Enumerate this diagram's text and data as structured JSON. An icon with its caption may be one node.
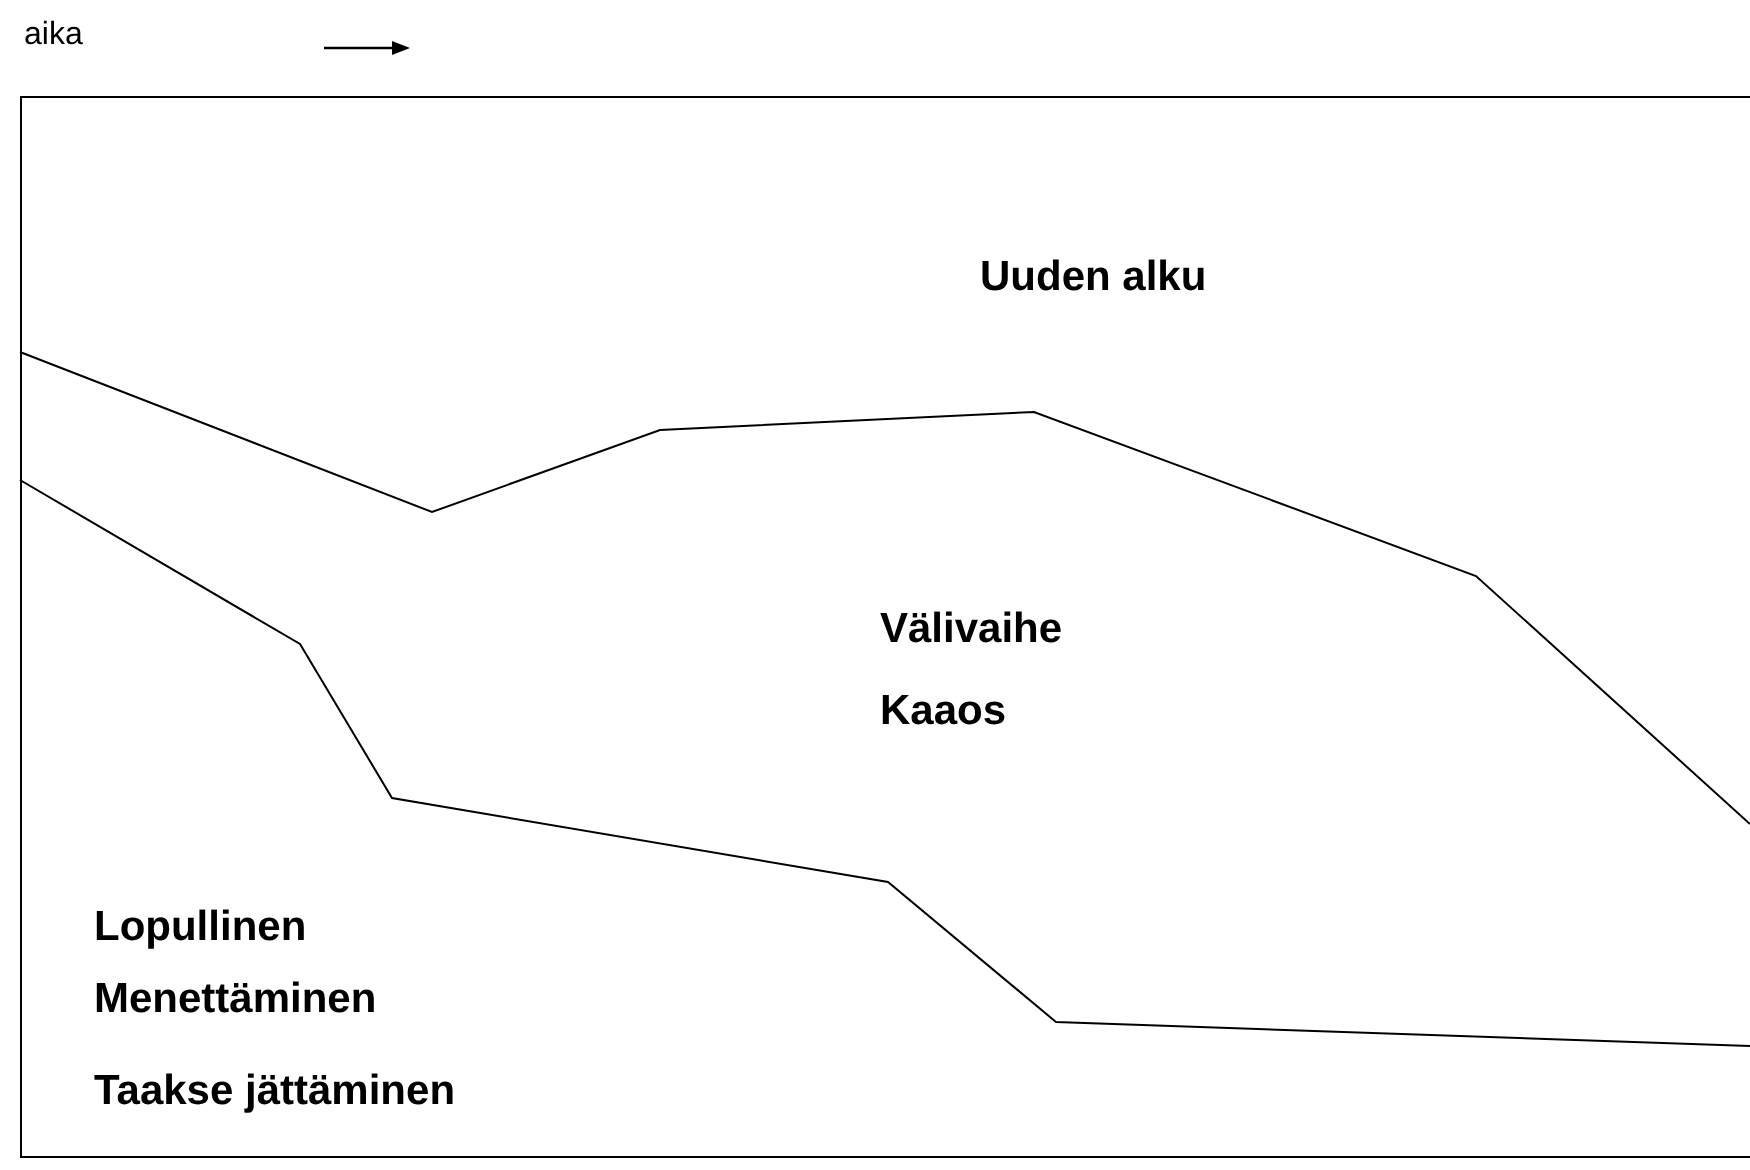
{
  "diagram": {
    "labels": [
      "aika",
      "Uuden alku",
      "Välivaihe",
      "Kaaos",
      "Lopullinen",
      "Menettäminen",
      "Taakse jättäminen"
    ]
  }
}
